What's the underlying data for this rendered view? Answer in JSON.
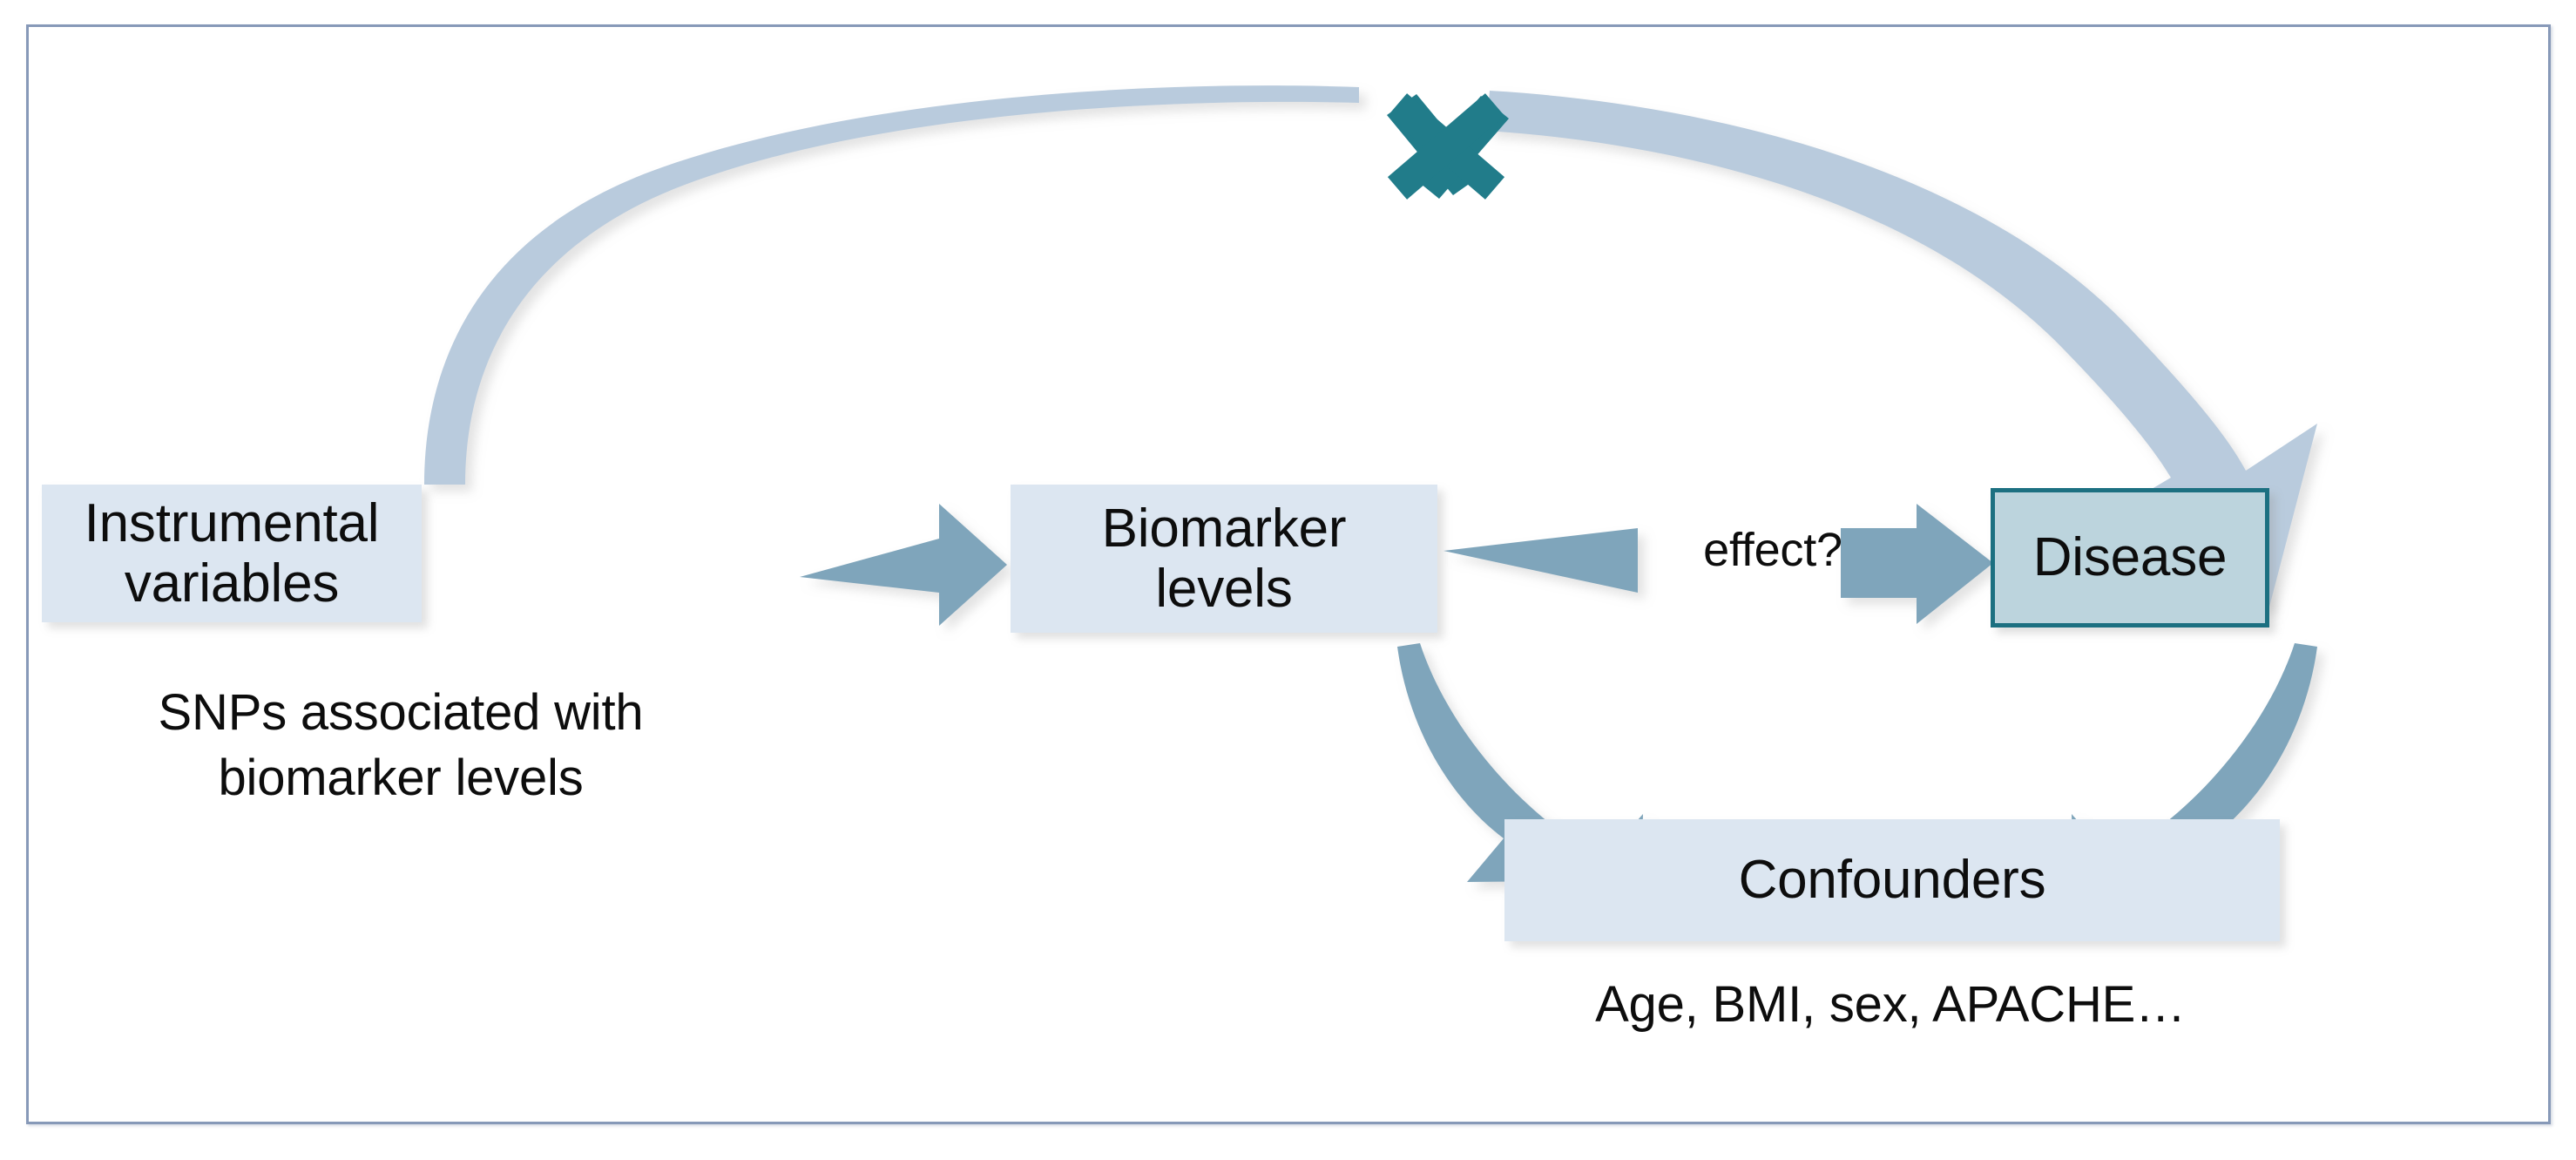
{
  "figure": {
    "title": "Mendelian randomization causal diagram",
    "background_color": "#ffffff",
    "frame_color": "#8799b8"
  },
  "colors": {
    "box_fill": "#dce6f1",
    "emphasis_box_fill": "#bcd4dd",
    "emphasis_box_border": "#1c7081",
    "arrow_solid": "#7fa5bb",
    "arrow_curve": "#b9cbdd",
    "cross_mark": "#217c8a",
    "text": "#0d0d0d"
  },
  "nodes": {
    "instrumental_variables": {
      "label": "Instrumental variables",
      "caption": "SNPs associated with\nbiomarker levels",
      "style": "plain"
    },
    "biomarker_levels": {
      "label": "Biomarker\nlevels",
      "style": "plain"
    },
    "disease": {
      "label": "Disease",
      "style": "emphasis"
    },
    "confounders": {
      "label": "Confounders",
      "caption": "Age, BMI, sex, APACHE…",
      "style": "plain"
    }
  },
  "edges": {
    "iv_to_biomarker": {
      "label": "",
      "from": "instrumental_variables",
      "to": "biomarker_levels",
      "kind": "tapered-right-arrow"
    },
    "biomarker_to_disease": {
      "label": "effect?",
      "from": "biomarker_levels",
      "to": "disease",
      "kind": "block-right-arrow"
    },
    "biomarker_to_confounders": {
      "label": "",
      "from": "biomarker_levels",
      "to": "confounders",
      "kind": "curved-down-right-arrow"
    },
    "disease_to_confounders": {
      "label": "",
      "from": "disease",
      "to": "confounders",
      "kind": "curved-down-left-arrow"
    },
    "iv_to_disease_blocked": {
      "label": "",
      "from": "instrumental_variables",
      "to": "disease",
      "kind": "curved-arc-arrow",
      "blocked": true
    }
  },
  "annotations": {
    "blocked_path_marker": {
      "icon": "cross-mark",
      "meaning": "no direct path"
    }
  }
}
